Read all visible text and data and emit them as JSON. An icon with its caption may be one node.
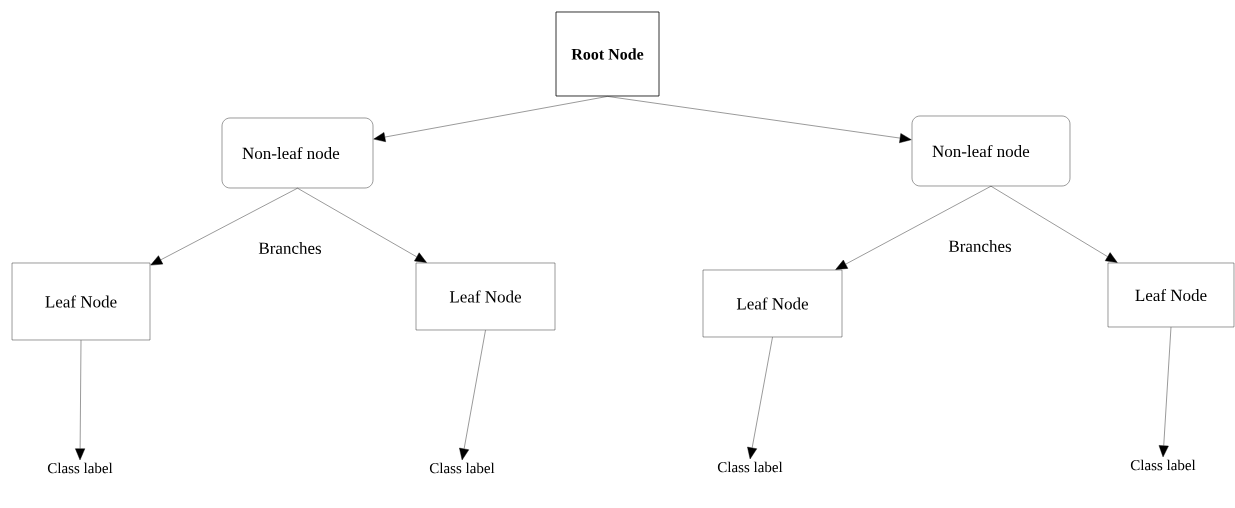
{
  "diagram": {
    "nodes": [
      {
        "text": [
          "Root Node"
        ]
      },
      {
        "text": [
          "Non-leaf node"
        ]
      },
      {
        "text": [
          "Non-leaf node"
        ]
      },
      {
        "text": [
          "Leaf Node"
        ]
      },
      {
        "text": [
          "Leaf Node"
        ]
      },
      {
        "text": [
          "Leaf Node"
        ]
      },
      {
        "text": [
          "Leaf Node"
        ]
      },
      {
        "text": [
          "Class label"
        ]
      },
      {
        "text": [
          "Class label"
        ]
      },
      {
        "text": [
          "Class label"
        ]
      },
      {
        "text": [
          "Class label"
        ]
      }
    ],
    "edges": [
      {
        "from": 0,
        "to": 1,
        "arrow": "to"
      },
      {
        "from": 0,
        "to": 2,
        "arrow": "to"
      },
      {
        "from": 1,
        "to": 3,
        "arrow": "to"
      },
      {
        "from": 1,
        "to": 4,
        "arrow": "to"
      },
      {
        "from": 2,
        "to": 5,
        "arrow": "to"
      },
      {
        "from": 2,
        "to": 6,
        "arrow": "to"
      },
      {
        "from": 3,
        "to": 7,
        "arrow": "to"
      },
      {
        "from": 4,
        "to": 8,
        "arrow": "to"
      },
      {
        "from": 5,
        "to": 9,
        "arrow": "to"
      },
      {
        "from": 6,
        "to": 10,
        "arrow": "to"
      }
    ],
    "labels": [
      "Branches",
      "Branches"
    ]
  }
}
